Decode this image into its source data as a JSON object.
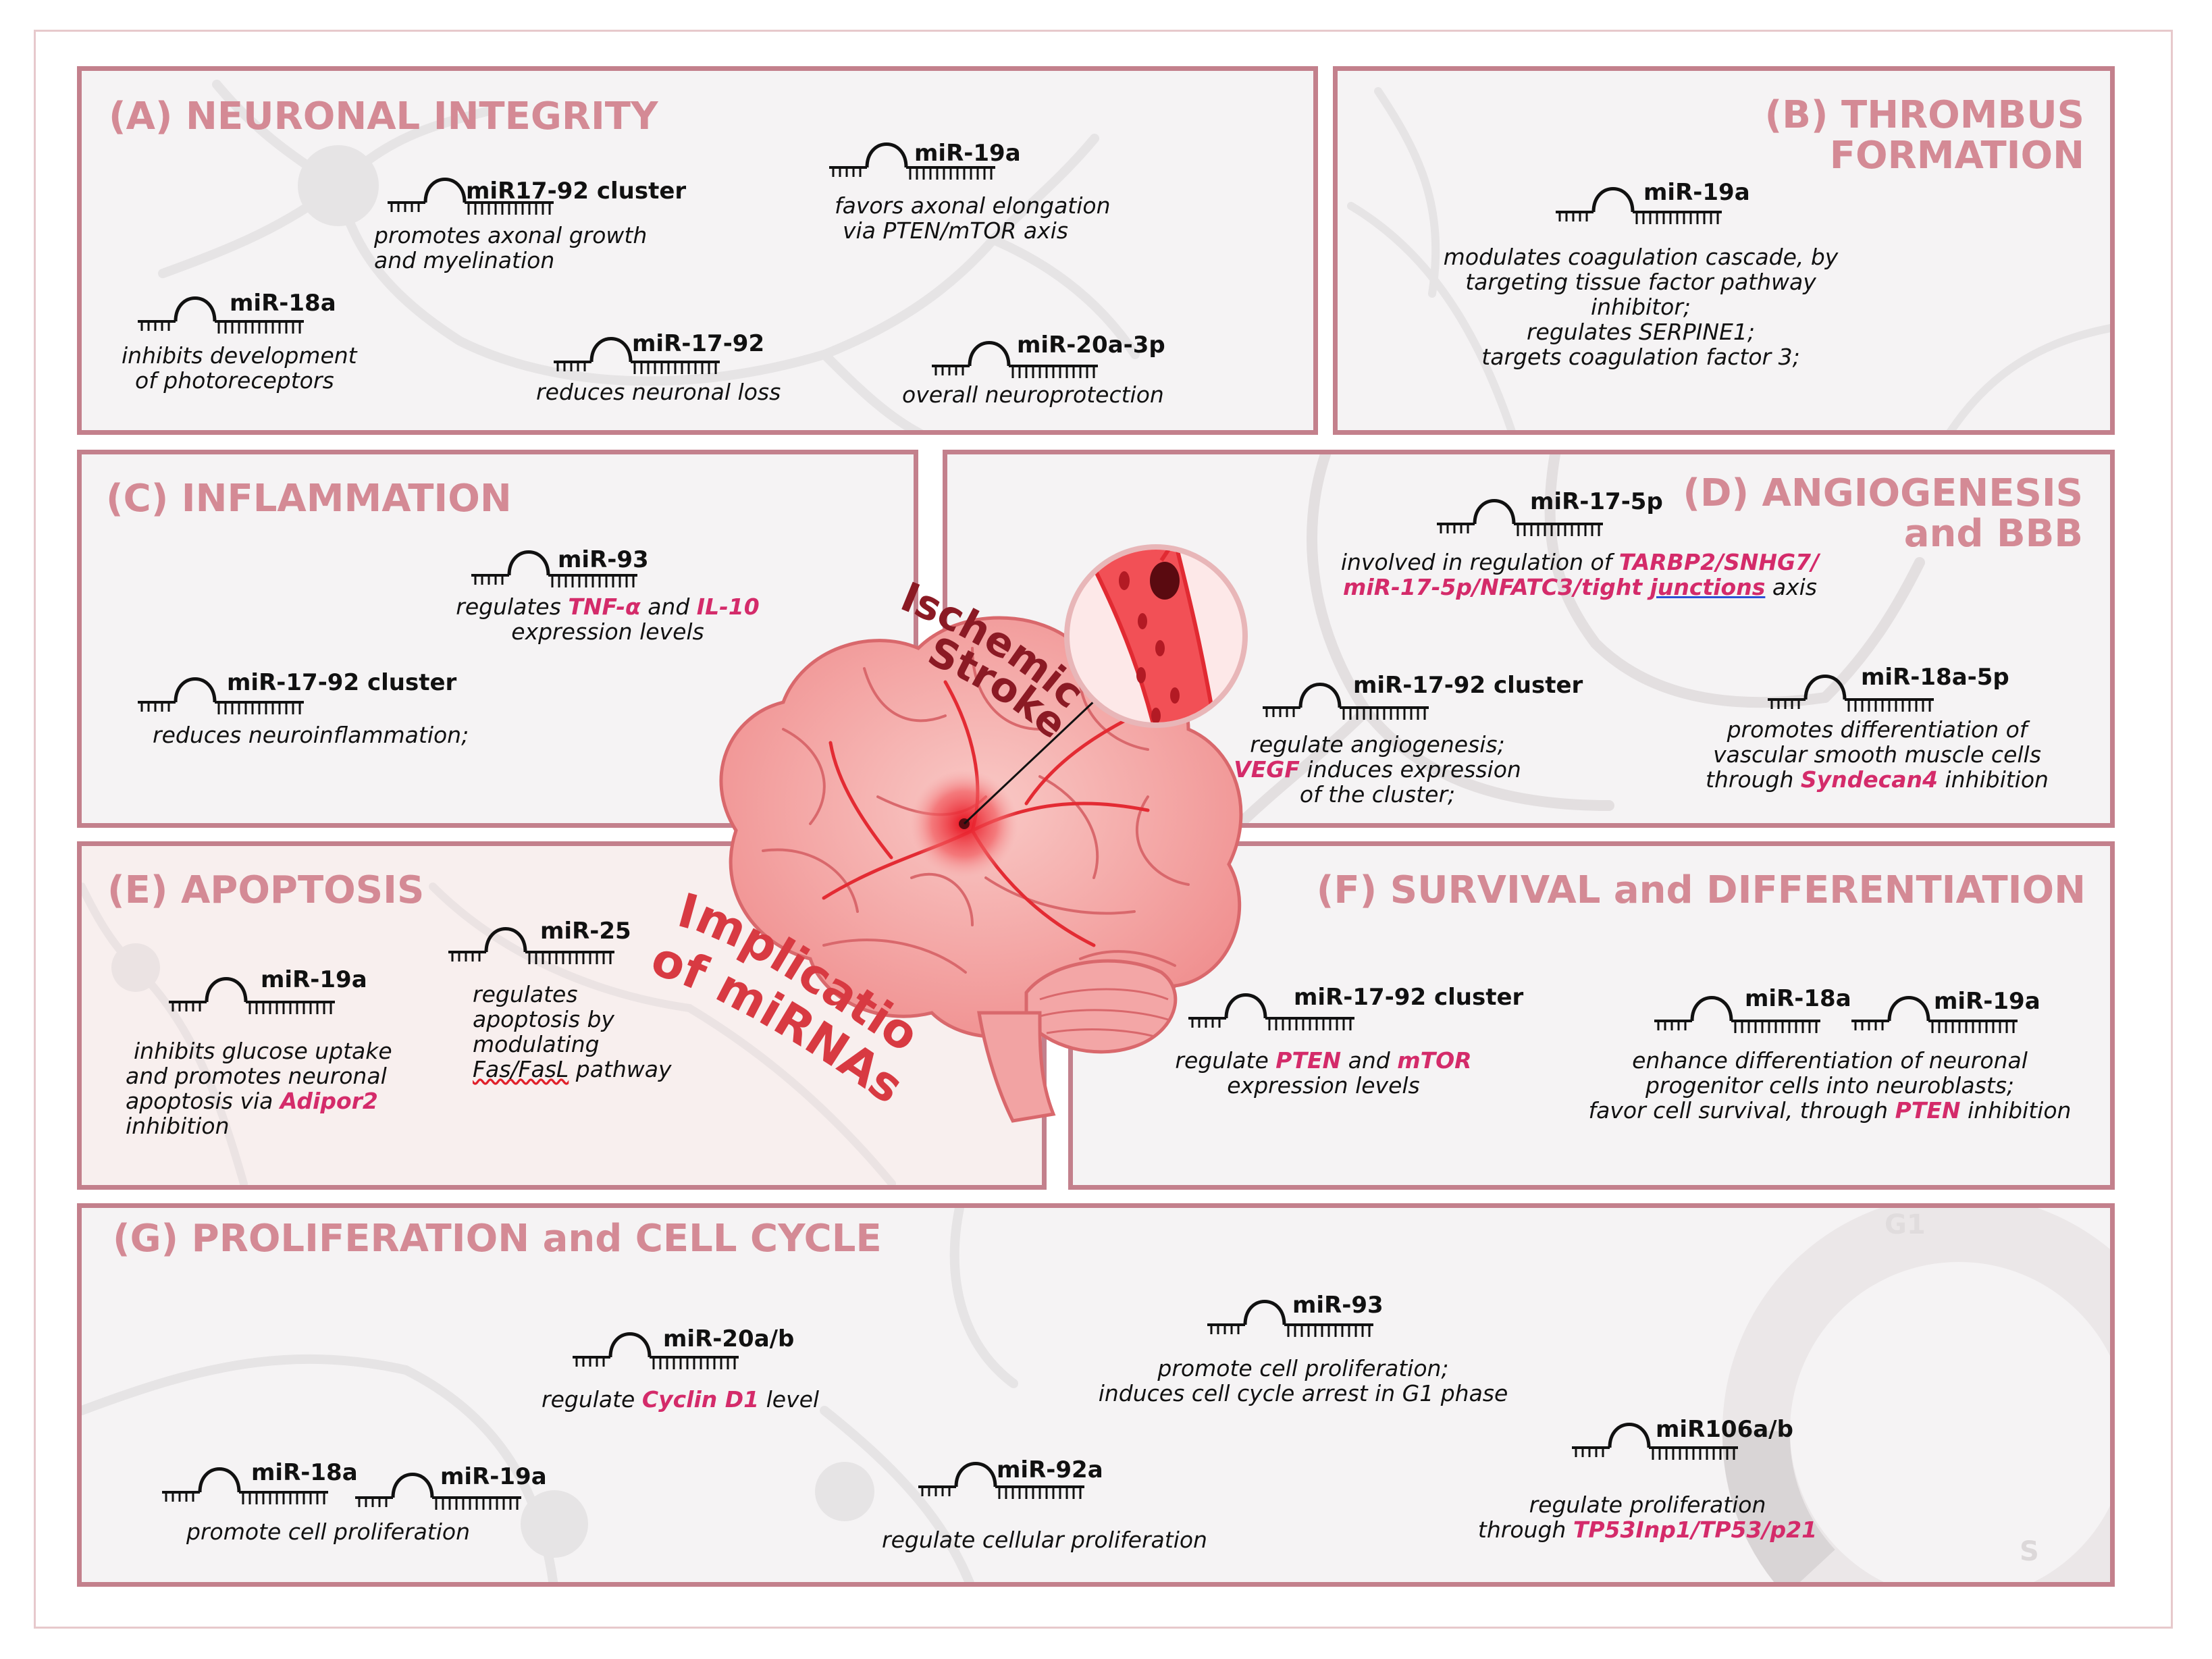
{
  "panels": {
    "A": {
      "title": "(A) NEURONAL INTEGRITY",
      "items": [
        {
          "name": "miR17-92 cluster",
          "desc": [
            "promotes axonal growth",
            "and myelination"
          ]
        },
        {
          "name": "miR-19a",
          "desc": [
            "favors axonal elongation",
            "via PTEN/mTOR axis"
          ]
        },
        {
          "name": "miR-18a",
          "desc": [
            "inhibits development",
            "of photoreceptors"
          ]
        },
        {
          "name": "miR-17-92",
          "desc": [
            "reduces neuronal loss"
          ]
        },
        {
          "name": "miR-20a-3p",
          "desc": [
            "overall neuroprotection"
          ]
        }
      ]
    },
    "B": {
      "title_line1": "(B) THROMBUS",
      "title_line2": "FORMATION",
      "items": [
        {
          "name": "miR-19a",
          "desc": [
            "modulates coagulation cascade, by",
            "targeting tissue factor pathway",
            "inhibitor;",
            "regulates SERPINE1;",
            "targets coagulation factor 3;"
          ]
        }
      ]
    },
    "C": {
      "title": "(C) INFLAMMATION",
      "items": [
        {
          "name": "miR-93",
          "desc_pre": "regulates ",
          "hl1": "TNF-α",
          "mid": " and ",
          "hl2": "IL-10",
          "desc2": "expression levels"
        },
        {
          "name": "miR-17-92 cluster",
          "desc": [
            "reduces neuroinflammation;"
          ]
        }
      ]
    },
    "D": {
      "title_line1": "(D) ANGIOGENESIS",
      "title_line2": "and BBB",
      "items": [
        {
          "name": "miR-17-5p",
          "pre": "involved in regulation of ",
          "hl1": "TARBP2/SNHG7/",
          "hl2": "miR-17-5p/NFATC3/tight ",
          "hl3": "junctions",
          "post": " axis"
        },
        {
          "name": "miR-17-92 cluster",
          "l1": "regulate angiogenesis;",
          "hl": "VEGF",
          "l2": " induces expression",
          "l3": "of the cluster;"
        },
        {
          "name": "miR-18a-5p",
          "l1": "promotes differentiation of",
          "l2": "vascular smooth muscle cells",
          "pre3": "through ",
          "hl": "Syndecan4",
          "post3": " inhibition"
        }
      ]
    },
    "E": {
      "title": "(E) APOPTOSIS",
      "items": [
        {
          "name": "miR-19a",
          "l1": "inhibits glucose uptake",
          "l2": "and promotes neuronal",
          "pre3": "apoptosis via ",
          "hl": "Adipor2",
          "l4": "inhibition"
        },
        {
          "name": "miR-25",
          "l1": "regulates",
          "l2": "apoptosis by",
          "l3": "modulating",
          "ul": "Fas/FasL",
          "post4": " pathway"
        }
      ]
    },
    "F": {
      "title": "(F) SURVIVAL and DIFFERENTIATION",
      "items": [
        {
          "name": "miR-17-92 cluster",
          "pre": "regulate ",
          "hl1": "PTEN",
          "mid": " and ",
          "hl2": "mTOR",
          "l2": "expression levels"
        },
        {
          "name": "miR-18a",
          "name2": "miR-19a",
          "l1": "enhance differentiation of neuronal",
          "l2": "progenitor cells into neuroblasts;",
          "pre3": "favor cell survival, through ",
          "hl": "PTEN",
          "post3": " inhibition"
        }
      ]
    },
    "G": {
      "title": "(G) PROLIFERATION and CELL CYCLE",
      "items": [
        {
          "name": "miR-20a/b",
          "pre": "regulate ",
          "hl": "Cyclin D1",
          "post": " level"
        },
        {
          "name": "miR-93",
          "l1": "promote cell proliferation;",
          "l2": "induces cell cycle arrest in G1 phase"
        },
        {
          "name": "miR106a/b",
          "l1": "regulate proliferation",
          "pre2": "through ",
          "hl": "TP53Inp1/TP53/p21"
        },
        {
          "name": "miR-18a",
          "name2": "miR-19a",
          "l1": "promote cell proliferation"
        },
        {
          "name": "miR-92a",
          "l1": "regulate cellular proliferation"
        }
      ],
      "cycle_labels": [
        "G1",
        "S"
      ]
    }
  },
  "center": {
    "stroke_line1": "Ischemic",
    "stroke_line2": "Stroke",
    "implication_line1": "Implication",
    "implication_line2": "of miRNAs in:"
  },
  "colors": {
    "panel_border": "#c3808c",
    "title": "#d48a95",
    "highlight": "#d42b6a",
    "dark_red": "#8b1a24"
  }
}
